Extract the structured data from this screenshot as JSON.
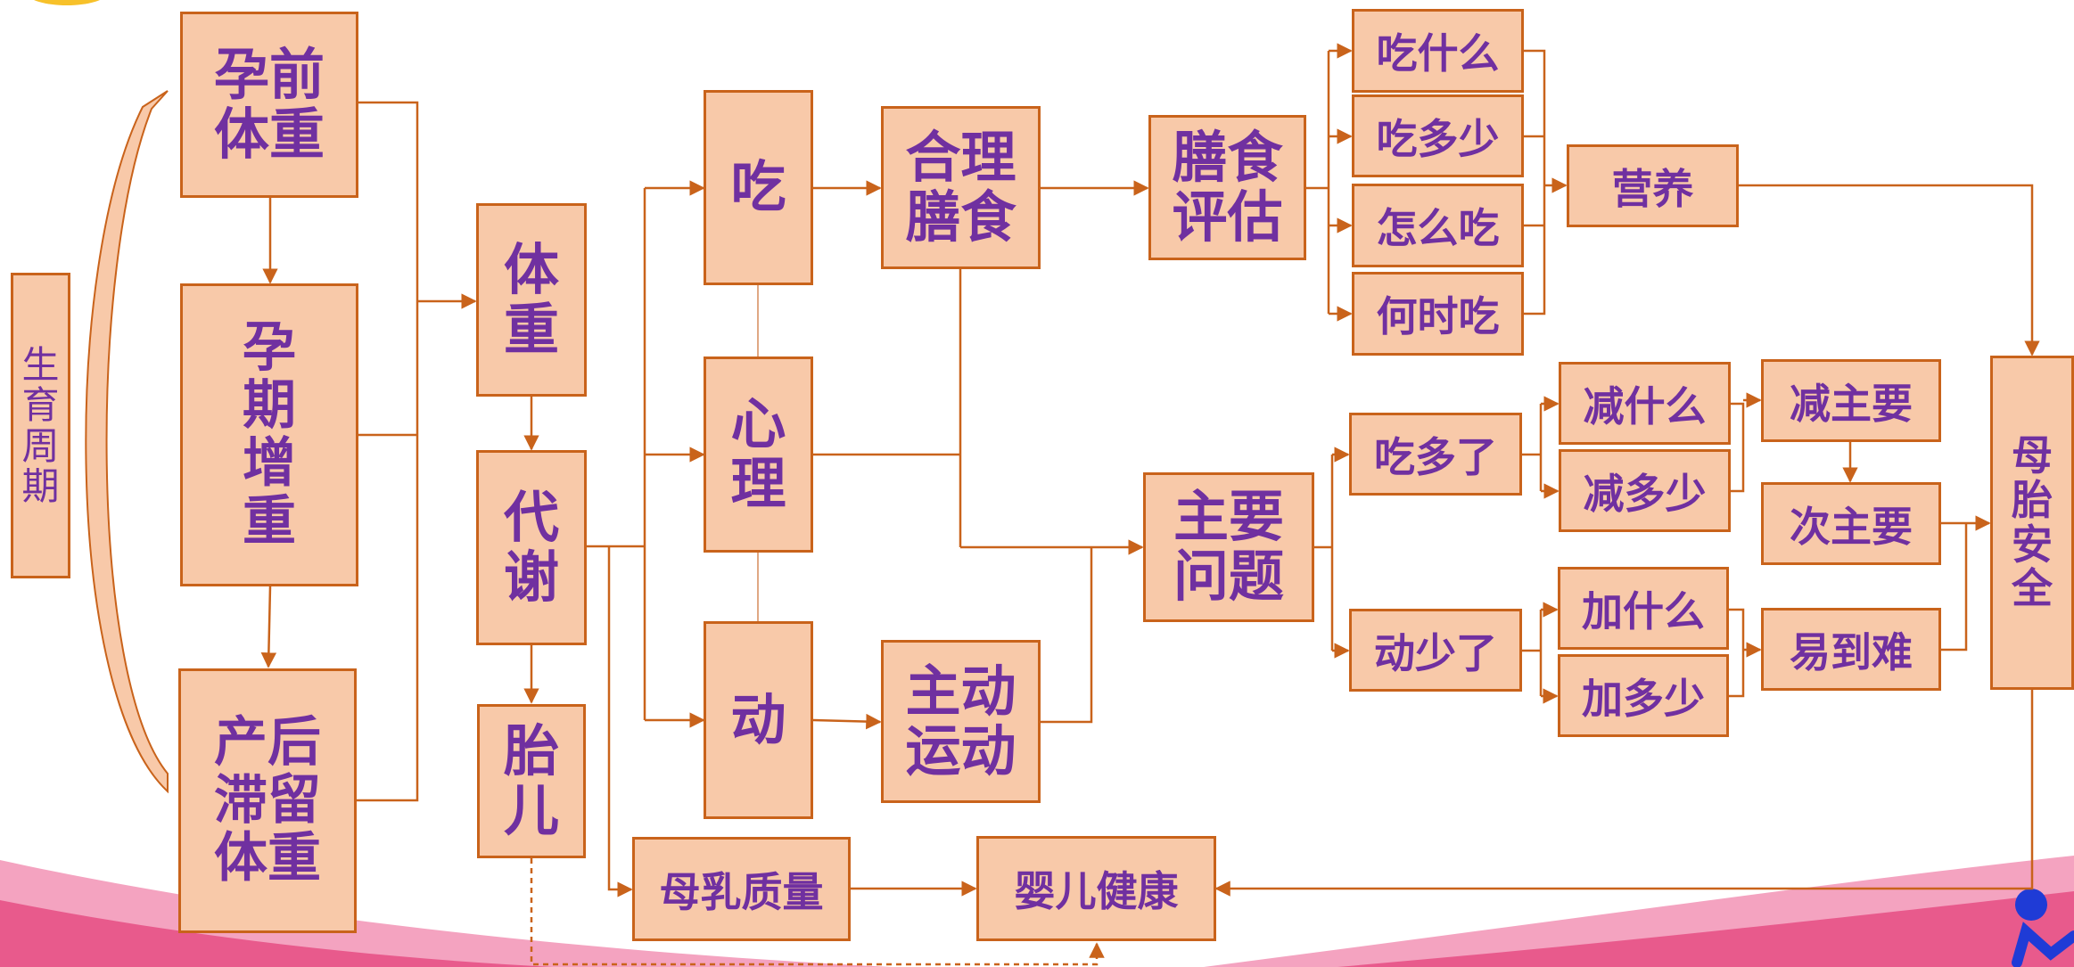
{
  "colors": {
    "box_fill": "#f8c9a9",
    "box_border": "#c9631b",
    "text": "#7030a0",
    "line": "#c9631b",
    "wave_pink": "#e85a8c",
    "wave_light": "#f4a3c0",
    "figure_blue": "#1f3bd6"
  },
  "nodes": {
    "shengyu_zhouqi": "生\n育\n周\n期",
    "yunqian_tizhong": "孕前\n体重",
    "yunqi_zengzhong": "孕\n期\n增\n重",
    "chanhou_zhiliu": "产后\n滞留\n体重",
    "tizhong": "体\n重",
    "daixie": "代\n谢",
    "taier": "胎\n儿",
    "chi": "吃",
    "xinli": "心\n理",
    "dong": "动",
    "heli_shanshi": "合理\n膳食",
    "zhudong_yundong": "主动\n运动",
    "shanshi_pinggu": "膳食\n评估",
    "zhuyao_wenti": "主要\n问题",
    "chi_shenme": "吃什么",
    "chi_duoshao": "吃多少",
    "zenme_chi": "怎么吃",
    "heshi_chi": "何时吃",
    "yingyang": "营养",
    "chi_duo_le": "吃多了",
    "dong_shao_le": "动少了",
    "jian_shenme": "减什么",
    "jian_duoshao": "减多少",
    "jia_shenme": "加什么",
    "jia_duoshao": "加多少",
    "jian_zhuyao": "减主要",
    "ci_zhuyao": "次主要",
    "yi_dao_nan": "易到难",
    "mutai_anquan": "母\n胎\n安\n全",
    "muru_zhiliang": "母乳质量",
    "yinger_jiankang": "婴儿健康"
  }
}
